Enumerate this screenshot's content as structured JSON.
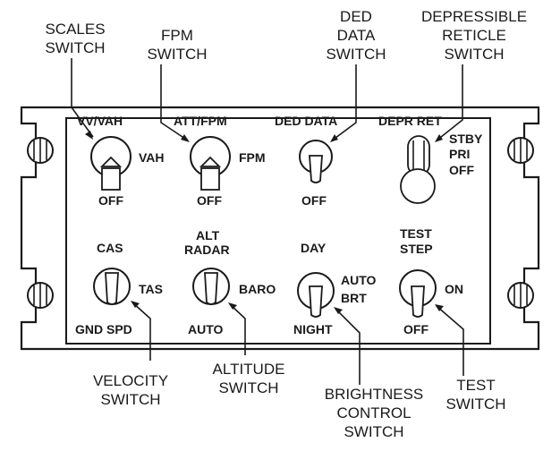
{
  "callouts": {
    "scales": [
      "SCALES",
      "SWITCH"
    ],
    "fpm": [
      "FPM",
      "SWITCH"
    ],
    "ded": [
      "DED",
      "DATA",
      "SWITCH"
    ],
    "depr": [
      "DEPRESSIBLE",
      "RETICLE",
      "SWITCH"
    ],
    "velocity": [
      "VELOCITY",
      "SWITCH"
    ],
    "altitude": [
      "ALTITUDE",
      "SWITCH"
    ],
    "brightness": [
      "BRIGHTNESS",
      "CONTROL",
      "SWITCH"
    ],
    "test": [
      "TEST",
      "SWITCH"
    ]
  },
  "panel_labels": {
    "vvvah": "VV/VAH",
    "vah": "VAH",
    "off1": "OFF",
    "attfpm": "ATT/FPM",
    "fpm": "FPM",
    "off2": "OFF",
    "deddata": "DED DATA",
    "off3": "OFF",
    "deprret": "DEPR RET",
    "stby": "STBY",
    "pri": "PRI",
    "off4": "OFF",
    "cas": "CAS",
    "tas": "TAS",
    "gndspd": "GND SPD",
    "alt": "ALT",
    "radar": "RADAR",
    "baro": "BARO",
    "auto1": "AUTO",
    "day": "DAY",
    "auto2": "AUTO",
    "brt": "BRT",
    "night": "NIGHT",
    "test": "TEST",
    "step": "STEP",
    "on": "ON",
    "off5": "OFF"
  }
}
